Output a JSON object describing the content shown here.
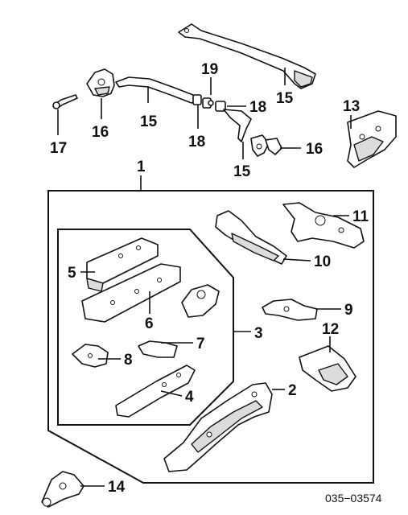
{
  "diagram": {
    "drawing_code": "035−03574",
    "callouts": [
      {
        "id": "c1",
        "label": "1"
      },
      {
        "id": "c2",
        "label": "2"
      },
      {
        "id": "c3",
        "label": "3"
      },
      {
        "id": "c4",
        "label": "4"
      },
      {
        "id": "c5",
        "label": "5"
      },
      {
        "id": "c6",
        "label": "6"
      },
      {
        "id": "c7",
        "label": "7"
      },
      {
        "id": "c8",
        "label": "8"
      },
      {
        "id": "c9",
        "label": "9"
      },
      {
        "id": "c10",
        "label": "10"
      },
      {
        "id": "c11",
        "label": "11"
      },
      {
        "id": "c12",
        "label": "12"
      },
      {
        "id": "c13",
        "label": "13"
      },
      {
        "id": "c14",
        "label": "14"
      },
      {
        "id": "c15a",
        "label": "15"
      },
      {
        "id": "c15b",
        "label": "15"
      },
      {
        "id": "c15c",
        "label": "15"
      },
      {
        "id": "c16a",
        "label": "16"
      },
      {
        "id": "c16b",
        "label": "16"
      },
      {
        "id": "c17",
        "label": "17"
      },
      {
        "id": "c18a",
        "label": "18"
      },
      {
        "id": "c18b",
        "label": "18"
      },
      {
        "id": "c19",
        "label": "19"
      }
    ]
  }
}
